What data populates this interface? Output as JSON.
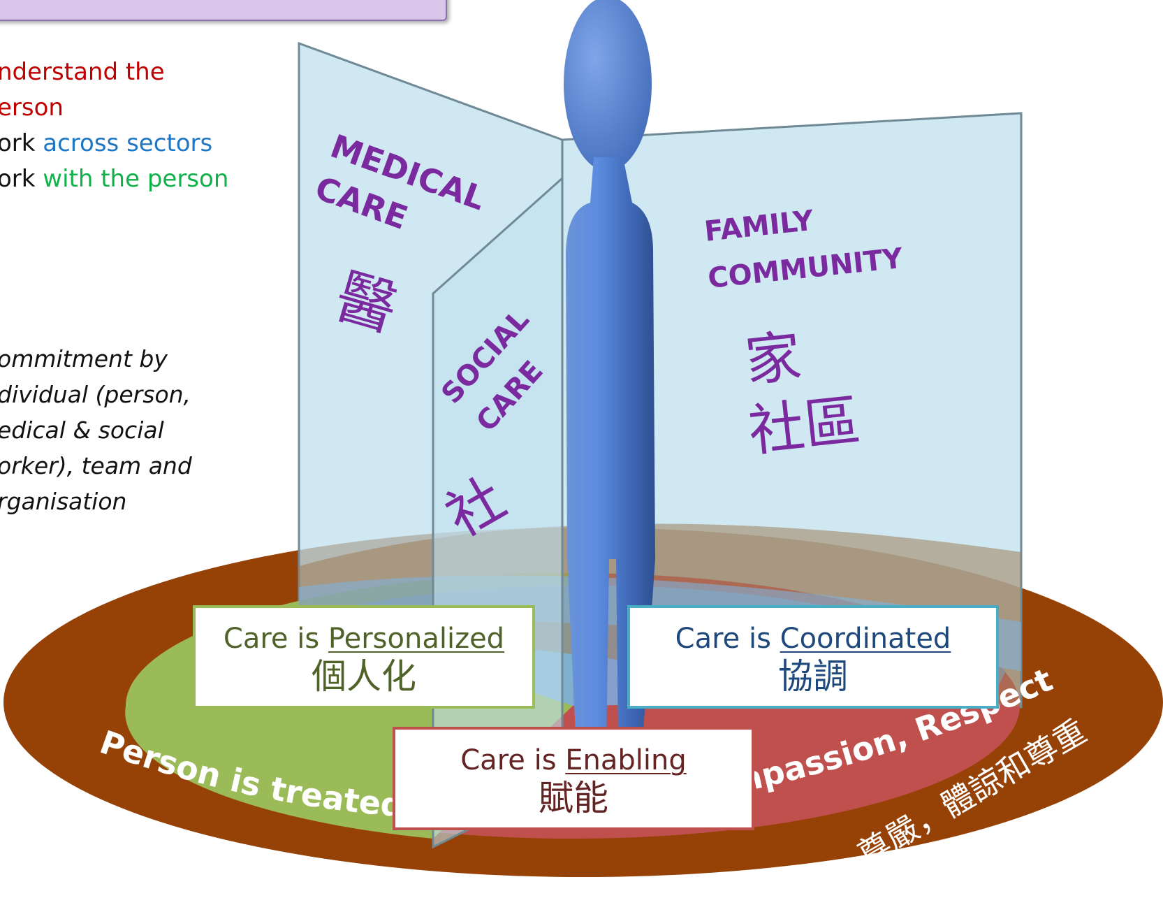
{
  "header_box": {
    "color": "#d9c6ea"
  },
  "principles": {
    "understand_1": "nderstand the",
    "understand_2": "erson",
    "work_prefix_1": "ork ",
    "across_sectors": "across sectors",
    "work_prefix_2": "ork ",
    "with_the_person": "with the person"
  },
  "commitment": {
    "lines": [
      "ommitment by",
      "dividual (person,",
      "edical & social",
      "orker), team and",
      "rganisation"
    ]
  },
  "panels": {
    "medical_en_1": "MEDICAL",
    "medical_en_2": "CARE",
    "medical_zh": "醫",
    "social_en_1": "SOCIAL",
    "social_en_2": "CARE",
    "social_zh": "社",
    "family_en_1": "FAMILY",
    "family_en_2": "COMMUNITY",
    "family_zh_1": "家",
    "family_zh_2": "社區"
  },
  "care_boxes": {
    "personalized_prefix": "Care is ",
    "personalized_word": "Personalized",
    "personalized_zh": "個人化",
    "coordinated_prefix": "Care is ",
    "coordinated_word": "Coordinated",
    "coordinated_zh": "協調",
    "enabling_prefix": "Care is ",
    "enabling_word": "Enabling",
    "enabling_zh": "賦能"
  },
  "ring": {
    "en_text": "Person is treated with… Dignity, Compassion, Respect",
    "zh_text": "尊嚴，體諒和尊重"
  },
  "colors": {
    "ring_brown": "#964206",
    "green_sector": "#9bbb59",
    "red_sector": "#c0504d",
    "blue_sector": "#7aaee0",
    "figure_blue": "#4f7fcf",
    "panel_glass": "#bfe0ee",
    "purple_text": "#7a2a9e"
  }
}
